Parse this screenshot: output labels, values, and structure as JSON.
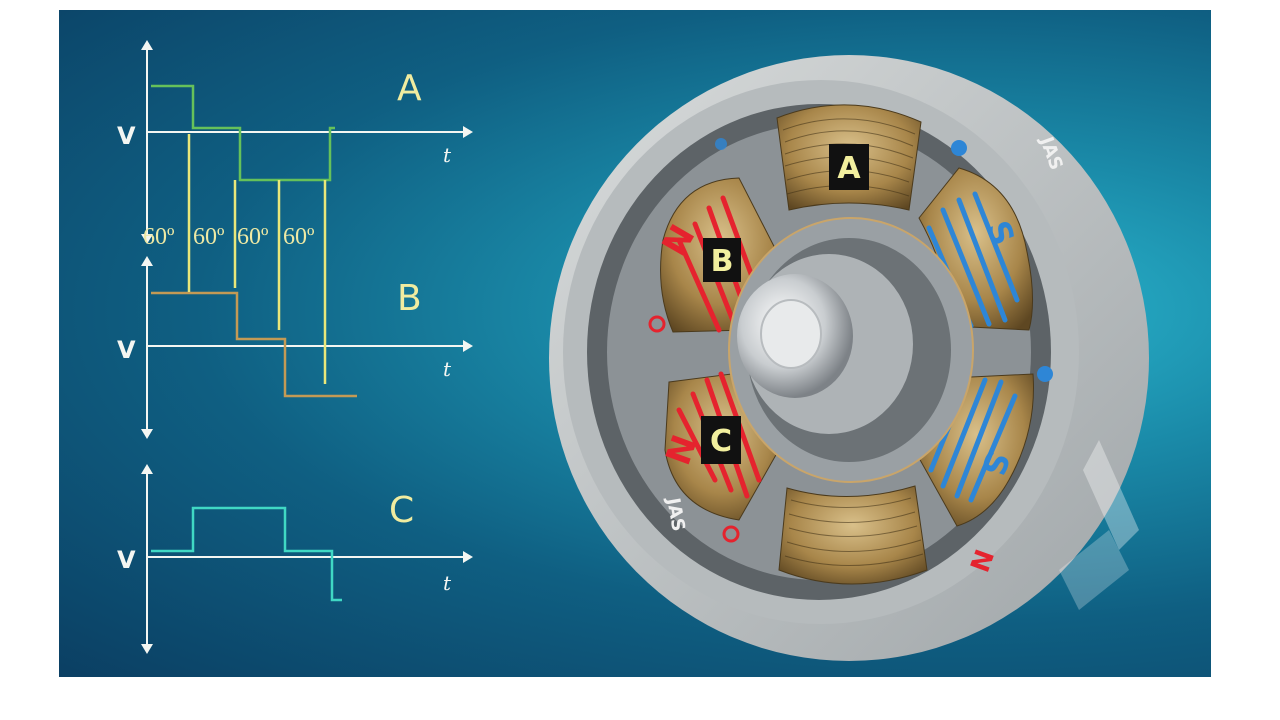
{
  "phases": [
    {
      "label": "A",
      "waveform": "phase-a"
    },
    {
      "label": "B",
      "waveform": "phase-b"
    },
    {
      "label": "C",
      "waveform": "phase-c"
    }
  ],
  "axes": {
    "voltage_label": "V",
    "time_label": "t"
  },
  "interval_labels": [
    "60º",
    "60º",
    "60º",
    "60º"
  ],
  "motor": {
    "coil_labels": [
      "A",
      "B",
      "C"
    ],
    "pole_north": "N",
    "pole_south": "S",
    "brand_text": "JAS"
  },
  "colors": {
    "phase_a": "#66c15a",
    "phase_b": "#c39a55",
    "phase_c": "#40d8c4",
    "marker_lines": "#e9e77a",
    "north": "#e5232e",
    "south": "#2e86d6"
  }
}
